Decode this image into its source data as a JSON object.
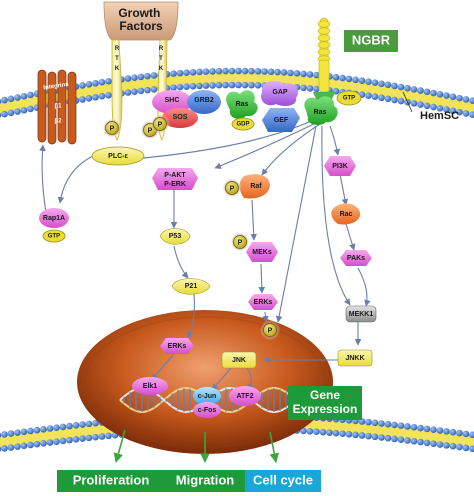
{
  "labels": {
    "growth_factors": "Growth\nFactors",
    "ngbr": "NGBR",
    "hemsc": "HemSC",
    "rtk": "R\nT\nK",
    "integrins": "Integrins",
    "beta1": "β1",
    "beta2": "β2",
    "p": "P",
    "shc": "SHC",
    "grb2": "GRB2",
    "sos": "SOS",
    "ras_gdp": "Ras",
    "gdp": "GDP",
    "gap": "GAP",
    "gef": "GEF",
    "ras": "Ras",
    "gtp": "GTP",
    "plc": "PLC-ε",
    "rap1a": "Rap1A",
    "rap_gtp": "GTP",
    "pakt": "P-AKT\nP-ERK",
    "raf": "Raf",
    "pi3k": "PI3K",
    "rac": "Rac",
    "paks": "PAKs",
    "meks": "MEKs",
    "erks": "ERKs",
    "mekk1": "MEKK1",
    "p53": "P53",
    "p21": "P21",
    "nuc_erks": "ERKs",
    "jnk": "JNK",
    "jnkk": "JNKK",
    "elk1": "Elk1",
    "cjun": "c-Jun",
    "atf2": "ATF2",
    "cfos": "c-Fos",
    "gene_expression": "Gene\nExpression",
    "proliferation": "Proliferation",
    "migration": "Migration",
    "cell_cycle": "Cell cycle"
  },
  "colors": {
    "membrane_blue": "#3f6fc4",
    "lipid_yellow": "#f2e45a",
    "green_box": "#1f9a3a",
    "cyan_box": "#1aa7d8",
    "nucleus": "#c0541a",
    "ngbr_yellow": "#f3e53b",
    "integrin": "#c85a1e"
  }
}
